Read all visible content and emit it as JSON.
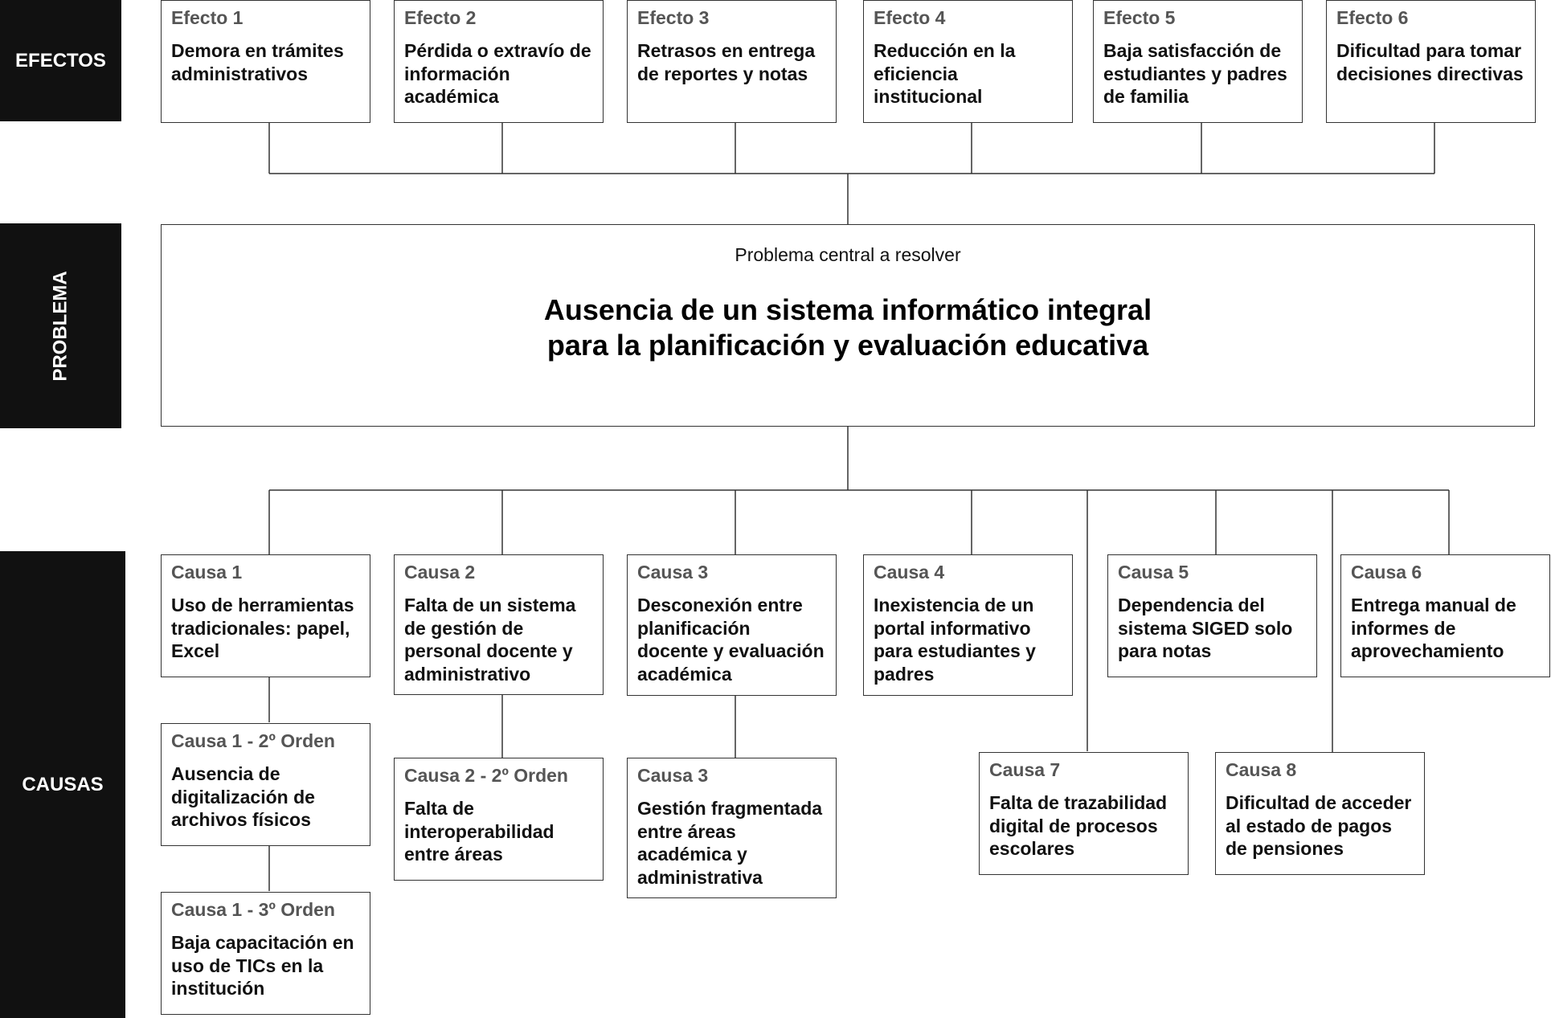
{
  "bands": {
    "efectos": "EFECTOS",
    "problema": "PROBLEMA",
    "causas": "CAUSAS"
  },
  "problem": {
    "subtitle": "Problema central a resolver",
    "line1": "Ausencia de un sistema informático integral",
    "line2": "para la planificación y evaluación educativa"
  },
  "effects": [
    {
      "title": "Efecto 1",
      "text": "Demora en trámites administrativos"
    },
    {
      "title": "Efecto 2",
      "text": "Pérdida o extravío de información académica"
    },
    {
      "title": "Efecto 3",
      "text": "Retrasos en entrega de reportes y notas"
    },
    {
      "title": "Efecto 4",
      "text": "Reducción en la eficiencia institucional"
    },
    {
      "title": "Efecto 5",
      "text": "Baja satisfacción de estudiantes y padres de familia"
    },
    {
      "title": "Efecto 6",
      "text": "Dificultad para tomar decisiones directivas"
    }
  ],
  "causes": [
    {
      "title": "Causa 1",
      "text": "Uso de herramientas tradicionales: papel, Excel"
    },
    {
      "title": "Causa 2",
      "text": "Falta de un sistema de gestión de personal docente y administrativo"
    },
    {
      "title": "Causa 3",
      "text": "Desconexión entre planificación docente y evaluación académica"
    },
    {
      "title": "Causa 4",
      "text": "Inexistencia de un portal informativo para estudiantes y padres"
    },
    {
      "title": "Causa 5",
      "text": "Dependencia del sistema SIGED solo para notas"
    },
    {
      "title": "Causa 6",
      "text": "Entrega manual de informes de aprovechamiento"
    },
    {
      "title": "Causa 1 - 2º Orden",
      "text": "Ausencia de digitalización de archivos físicos"
    },
    {
      "title": "Causa 1 - 3º Orden",
      "text": "Baja capacitación en uso de TICs en la institución"
    },
    {
      "title": "Causa 2 - 2º Orden",
      "text": "Falta de interoperabilidad entre áreas"
    },
    {
      "title": "Causa 3",
      "text": "Gestión fragmentada entre áreas académica y administrativa"
    },
    {
      "title": "Causa 7",
      "text": "Falta de trazabilidad digital de procesos escolares"
    },
    {
      "title": "Causa 8",
      "text": "Dificultad de acceder al estado de pagos de pensiones"
    }
  ],
  "colors": {
    "band_background": "#111111",
    "band_text": "#ffffff",
    "box_border": "#333333",
    "box_header": "#555555",
    "connector": "#333333"
  }
}
